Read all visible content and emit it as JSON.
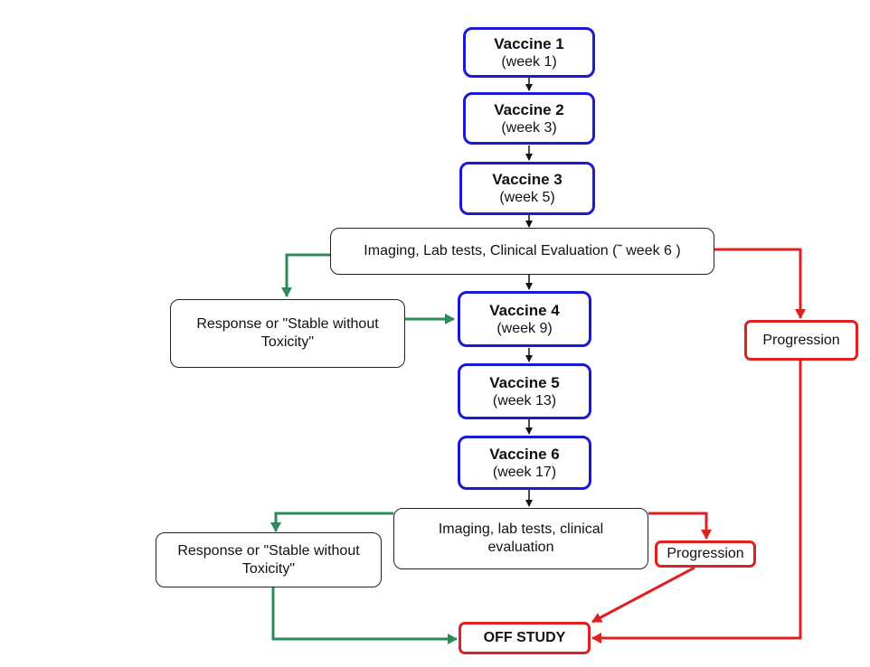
{
  "vaccines": [
    {
      "title": "Vaccine 1",
      "week": "(week 1)"
    },
    {
      "title": "Vaccine 2",
      "week": "(week 3)"
    },
    {
      "title": "Vaccine 3",
      "week": "(week 5)"
    },
    {
      "title": "Vaccine 4",
      "week": "(week 9)"
    },
    {
      "title": "Vaccine 5",
      "week": "(week 13)"
    },
    {
      "title": "Vaccine 6",
      "week": "(week 17)"
    }
  ],
  "evaluation_1": "Imaging, Lab tests, Clinical Evaluation (˜ week 6 )",
  "evaluation_2": {
    "line1": "Imaging, lab tests, clinical",
    "line2": "evaluation"
  },
  "response_1": {
    "line1": "Response or \"Stable without",
    "line2": "Toxicity\""
  },
  "response_2": {
    "line1": "Response or \"Stable without",
    "line2": "Toxicity\""
  },
  "progression_1": "Progression",
  "progression_2": "Progression",
  "off_study": "OFF STUDY",
  "colors": {
    "vaccine_border": "#1a1ad6",
    "response_path": "#2e8b57",
    "progression_path": "#e02020",
    "flow": "#111111"
  }
}
